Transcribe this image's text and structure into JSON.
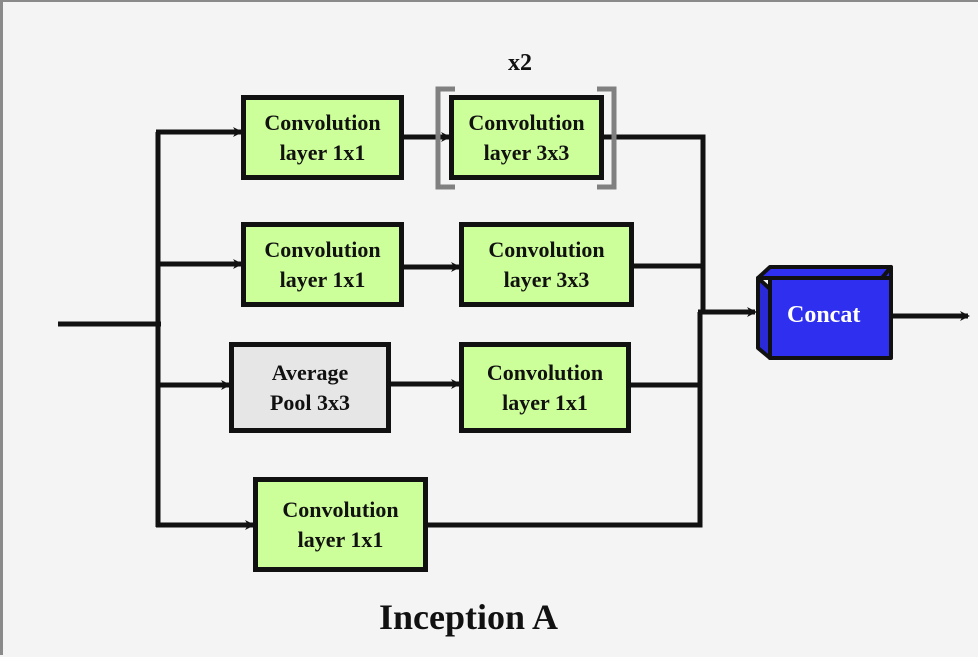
{
  "title": "Inception A",
  "repeat_label": "x2",
  "nodes": {
    "b1_conv1": {
      "line1": "Convolution",
      "line2": "layer 1x1"
    },
    "b1_conv3": {
      "line1": "Convolution",
      "line2": "layer 3x3"
    },
    "b2_conv1": {
      "line1": "Convolution",
      "line2": "layer 1x1"
    },
    "b2_conv3": {
      "line1": "Convolution",
      "line2": "layer 3x3"
    },
    "b3_pool": {
      "line1": "Average",
      "line2": "Pool 3x3"
    },
    "b3_conv1": {
      "line1": "Convolution",
      "line2": "layer 1x1"
    },
    "b4_conv1": {
      "line1": "Convolution",
      "line2": "layer 1x1"
    },
    "concat": {
      "label": "Concat"
    }
  },
  "colors": {
    "conv_fill": "#ccff99",
    "pool_fill": "#e6e6e6",
    "concat_fill": "#2f2ff0",
    "line": "#111111",
    "bracket": "#808080"
  }
}
